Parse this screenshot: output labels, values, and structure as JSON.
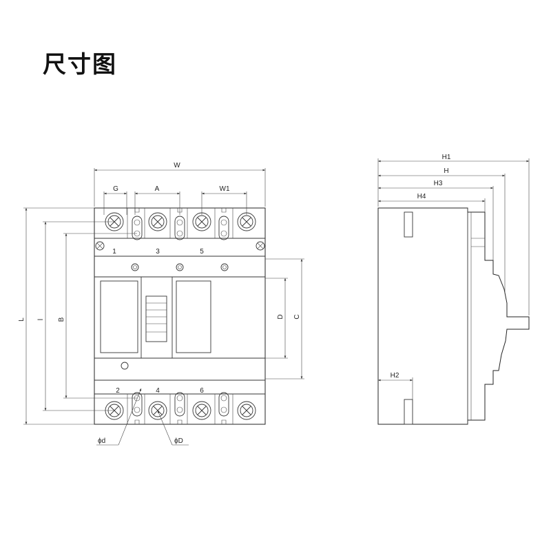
{
  "title": "尺寸图",
  "front_view": {
    "dims": {
      "W": "W",
      "G": "G",
      "A": "A",
      "W1": "W1",
      "L": "L",
      "l": "l",
      "B": "B",
      "C": "C",
      "D": "D",
      "phi_d": "ϕd",
      "phi_D": "ϕD"
    },
    "terminals_top": [
      "1",
      "3",
      "5"
    ],
    "terminals_bottom": [
      "2",
      "4",
      "6"
    ]
  },
  "side_view": {
    "dims": {
      "H1": "H1",
      "H": "H",
      "H3": "H3",
      "H4": "H4",
      "H2": "H2"
    }
  }
}
